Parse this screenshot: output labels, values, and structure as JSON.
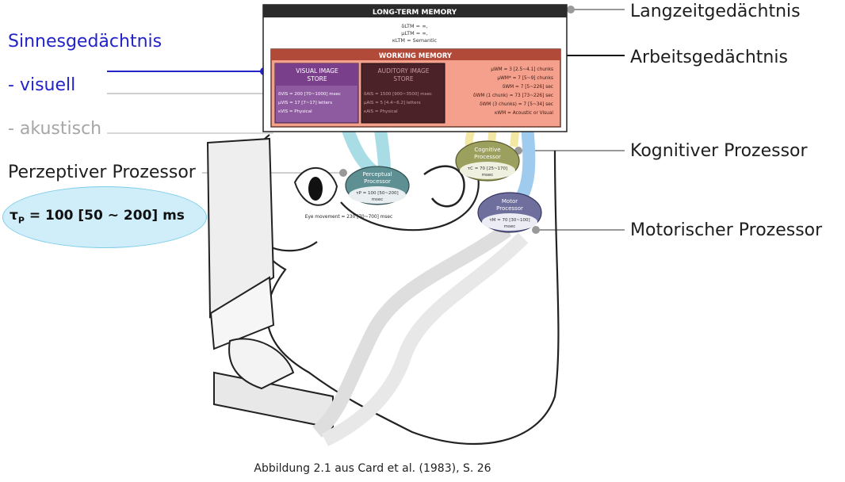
{
  "labels": {
    "sinnes": "Sinnesgedächtnis",
    "visuell": "- visuell",
    "akustisch": "- akustisch",
    "perzeptiv": "Perzeptiver Prozessor",
    "tau_symbol": "τ",
    "tau_sub": "P",
    "tau_value": " = 100 [50 ~ 200] ms",
    "langzeit": "Langzeitgedächtnis",
    "arbeits": "Arbeitsgedächtnis",
    "kognitiv": "Kognitiver Prozessor",
    "motorisch": "Motorischer Prozessor"
  },
  "caption": "Abbildung 2.1 aus Card et al. (1983), S. 26",
  "figure": {
    "ltm_title": "LONG-TERM MEMORY",
    "ltm_line1": "δLTM = ∞,",
    "ltm_line2": "μLTM = ∞,",
    "ltm_line3": "κLTM = Semantic",
    "wm_title": "WORKING MEMORY",
    "vis_title1": "VISUAL IMAGE",
    "vis_title2": "STORE",
    "vis_line1": "δVIS = 200 [70~1000] msec",
    "vis_line2": "μVIS = 17 [7~17] letters",
    "vis_line3": "κVIS = Physical",
    "aud_title1": "AUDITORY IMAGE",
    "aud_title2": "STORE",
    "aud_line1": "δAIS = 1500 [900~3500] msec",
    "aud_line2": "μAIS = 5 [4.4~6.2] letters",
    "aud_line3": "κAIS = Physical",
    "wm_line1": "μWM = 3 [2.5~4.1] chunks",
    "wm_line2": "μWM* = 7 [5~9] chunks",
    "wm_line3": "δWM = 7 [5~226] sec",
    "wm_line4": "δWM (1 chunk) = 73 [73~226] sec",
    "wm_line5": "δWM (3 chunks) = 7 [5~34] sec",
    "wm_line6": "κWM = Acoustic or Visual",
    "perc_title1": "Perceptual",
    "perc_title2": "Processor",
    "perc_val1": "τP = 100 [50~200]",
    "perc_val2": "msec",
    "cog_title1": "Cognitive",
    "cog_title2": "Processor",
    "cog_val1": "τC = 70 [25~170]",
    "cog_val2": "msec",
    "mot_title1": "Motor",
    "mot_title2": "Processor",
    "mot_val1": "τM = 70 [30~100]",
    "mot_val2": "msec",
    "eye": "Eye movement = 230 [70~700] msec"
  },
  "colors": {
    "label_blue": "#2323c8",
    "label_grey": "#a6a6a6",
    "wm_salmon": "#f4a08c",
    "visual_store": "#7a3f8a",
    "auditory_store": "#4a2228",
    "tau_fill": "#cfeefa"
  }
}
